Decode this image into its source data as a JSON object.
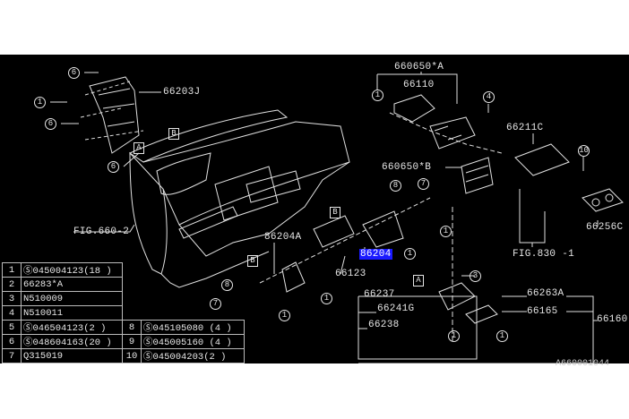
{
  "labels": {
    "l66203J": "66203J",
    "fig660": "FIG.660-2",
    "l660650A": "660650*A",
    "l66110": "66110",
    "l66211C": "66211C",
    "l660650B": "660650*B",
    "l66256C": "66256C",
    "fig830": "FIG.830 -1",
    "l86204": "86204",
    "l86204A": "86204A",
    "l66123": "66123",
    "l66237": "66237",
    "l66241G": "66241G",
    "l66238": "66238",
    "l66263A": "66263A",
    "l66165": "66165",
    "l66160": "66160",
    "drawing_code": "A660001044"
  },
  "callouts": {
    "c1": "1",
    "c3": "3",
    "c4": "4",
    "c6": "6",
    "c7": "7",
    "c8": "8",
    "c10": "10",
    "boxA": "A",
    "boxB": "B"
  },
  "legend": [
    {
      "n": "1",
      "part": "Ⓢ045004123(18 )"
    },
    {
      "n": "2",
      "part": "66283*A"
    },
    {
      "n": "3",
      "part": "N510009"
    },
    {
      "n": "4",
      "part": "N510011"
    },
    {
      "n": "5",
      "part": "Ⓢ046504123(2 )",
      "n2": "8",
      "part2": "Ⓢ045105080 (4 )"
    },
    {
      "n": "6",
      "part": "Ⓢ048604163(20 )",
      "n2": "9",
      "part2": "Ⓢ045005160 (4 )"
    },
    {
      "n": "7",
      "part": "Q315019",
      "n2": "10",
      "part2": "Ⓢ045004203(2 )"
    }
  ],
  "colors": {
    "background": "#000000",
    "line": "#e6e6e6",
    "highlight": "#1a1aff"
  }
}
